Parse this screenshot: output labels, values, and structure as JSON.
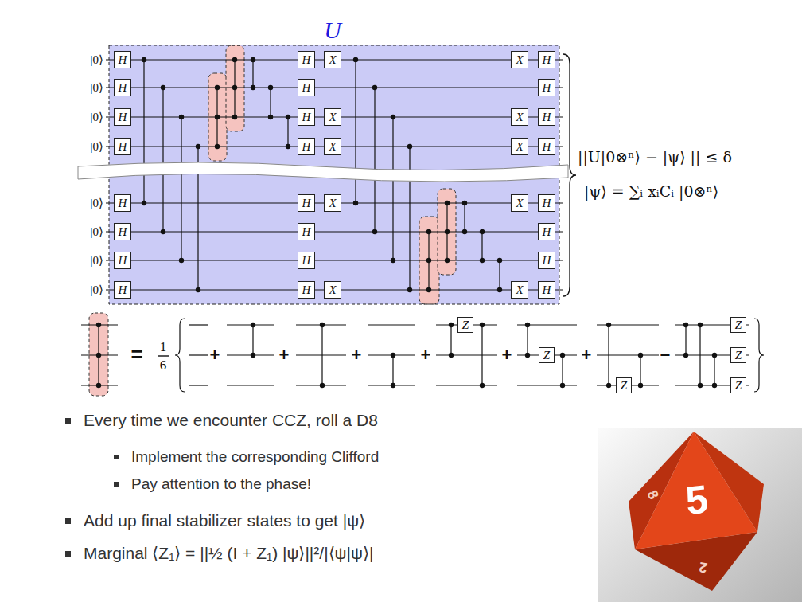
{
  "diagram": {
    "nodes": [
      {
        "text": [
          "U"
        ]
      },
      {
        "text": [
          "H"
        ],
        "in": 0
      },
      {
        "text": [
          "H"
        ],
        "in": 0
      },
      {
        "text": [
          "X"
        ],
        "in": 0
      },
      {
        "text": [
          "X"
        ],
        "in": 0
      },
      {
        "text": [
          "H"
        ],
        "in": 0
      },
      {
        "text": [
          "H"
        ],
        "in": 0
      },
      {
        "text": [
          "H"
        ],
        "in": 0
      },
      {
        "text": [
          "H"
        ],
        "in": 0
      },
      {
        "text": [
          "H"
        ],
        "in": 0
      },
      {
        "text": [
          "H"
        ],
        "in": 0
      },
      {
        "text": [
          "X"
        ],
        "in": 0
      },
      {
        "text": [
          "X"
        ],
        "in": 0
      },
      {
        "text": [
          "H"
        ],
        "in": 0
      },
      {
        "text": [
          "H"
        ],
        "in": 0
      },
      {
        "text": [
          "H"
        ],
        "in": 0
      },
      {
        "text": [
          "X"
        ],
        "in": 0
      },
      {
        "text": [
          "X"
        ],
        "in": 0
      },
      {
        "text": [
          "H"
        ],
        "in": 0
      },
      {
        "text": [
          "H"
        ],
        "in": 0
      },
      {
        "text": [
          "H"
        ],
        "in": 0
      },
      {
        "text": [
          "X"
        ],
        "in": 0
      },
      {
        "text": [
          "X"
        ],
        "in": 0
      },
      {
        "text": [
          "H"
        ],
        "in": 0
      },
      {
        "text": [
          "H"
        ],
        "in": 0
      },
      {
        "text": [
          "H"
        ],
        "in": 0
      },
      {
        "text": [
          "H"
        ],
        "in": 0
      },
      {
        "text": [
          "H"
        ],
        "in": 0
      },
      {
        "text": [
          "H"
        ],
        "in": 0
      },
      {
        "text": [
          "H"
        ],
        "in": 0
      },
      {
        "text": [
          "H"
        ],
        "in": 0
      },
      {
        "text": [
          "H"
        ],
        "in": 0
      },
      {
        "text": [
          "X"
        ],
        "in": 0
      },
      {
        "text": [
          "X"
        ],
        "in": 0
      },
      {
        "text": [
          "H"
        ],
        "in": 0
      },
      {
        "text": [
          "Z"
        ]
      },
      {
        "text": [
          "Z"
        ]
      },
      {
        "text": [
          "Z"
        ]
      },
      {
        "text": [
          "Z"
        ]
      },
      {
        "text": [
          "Z"
        ]
      },
      {
        "text": [
          "Z"
        ]
      }
    ],
    "labels": [
      "|0⟩",
      "|0⟩",
      "|0⟩",
      "|0⟩",
      "|0⟩",
      "|0⟩",
      "|0⟩",
      "|0⟩",
      "||U|0⊗ⁿ⟩ − |ψ⟩ || ≤ δ",
      "|ψ⟩ = ∑ᵢ xᵢCᵢ |0⊗ⁿ⟩",
      "=",
      "1",
      "6",
      "+",
      "+",
      "+",
      "+",
      "+",
      "+",
      "−",
      "Every time we encounter CCZ, roll a D8",
      "Implement the corresponding Clifford",
      "Pay attention to the phase!",
      "Add up final stabilizer states to get |ψ⟩",
      "Marginal ⟨Z₁⟩ = ||½ (I + Z₁) |ψ⟩||²/|⟨ψ|ψ⟩|",
      "5",
      "8",
      "2"
    ]
  }
}
